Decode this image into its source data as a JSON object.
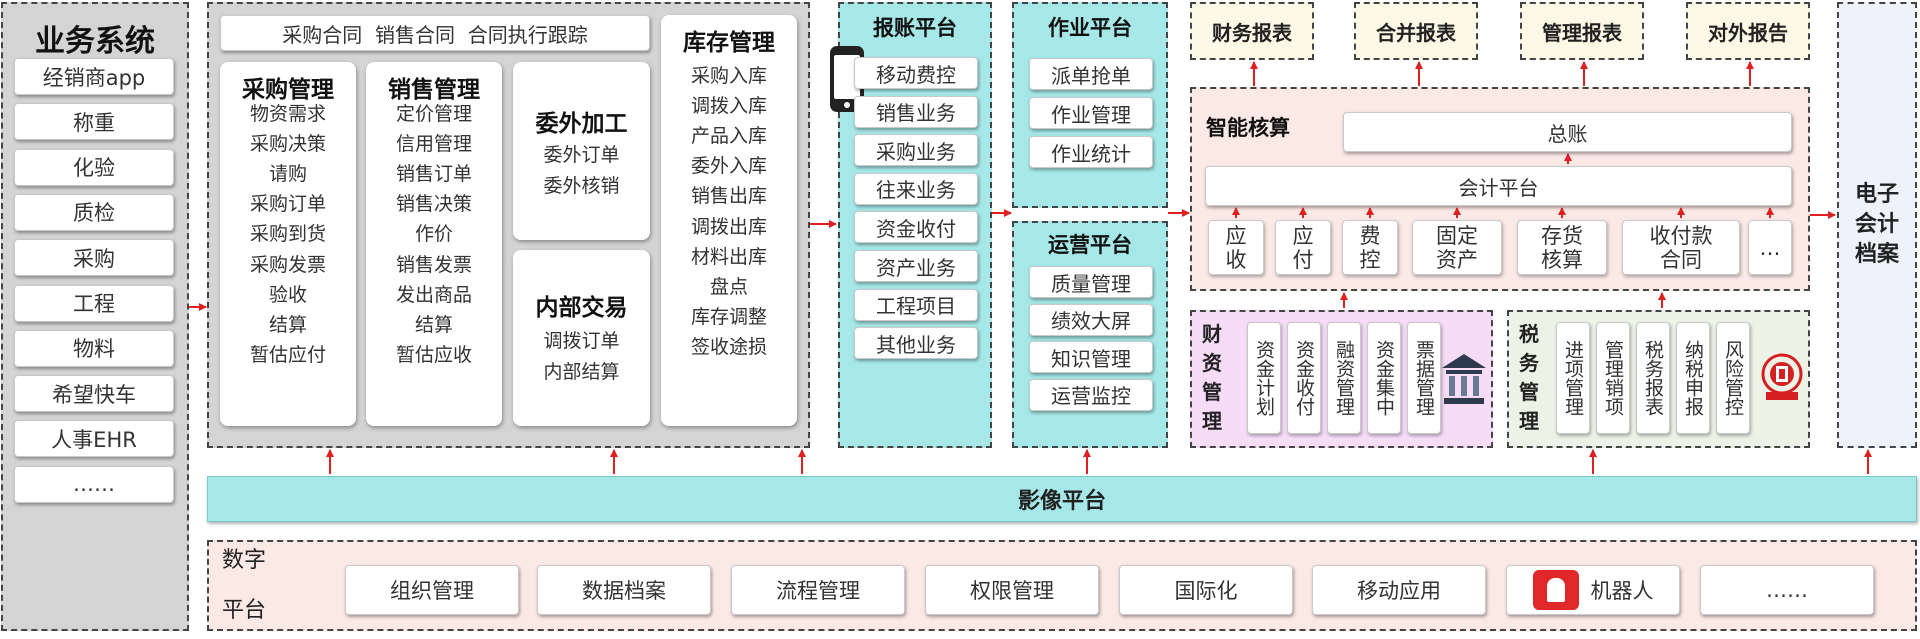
{
  "business": {
    "title": "业务系统",
    "items": [
      "经销商app",
      "称重",
      "化验",
      "质检",
      "采购",
      "工程",
      "物料",
      "希望快车",
      "人事EHR",
      "……"
    ]
  },
  "supply": {
    "header": "采购合同  销售合同  合同执行跟踪",
    "purchase": {
      "title": "采购管理",
      "items": [
        "物资需求",
        "采购决策",
        "请购",
        "采购订单",
        "采购到货",
        "采购发票",
        "验收",
        "结算",
        "暂估应付"
      ]
    },
    "sales": {
      "title": "销售管理",
      "items": [
        "定价管理",
        "信用管理",
        "销售订单",
        "销售决策",
        "作价",
        "销售发票",
        "发出商品",
        "结算",
        "暂估应收"
      ]
    },
    "outsource": {
      "title": "委外加工",
      "items": [
        "委外订单",
        "委外核销"
      ]
    },
    "internal": {
      "title": "内部交易",
      "items": [
        "调拨订单",
        "内部结算"
      ]
    },
    "inventory": {
      "title": "库存管理",
      "items": [
        "采购入库",
        "调拨入库",
        "产品入库",
        "委外入库",
        "销售出库",
        "调拨出库",
        "材料出库",
        "盘点",
        "库存调整",
        "签收途损"
      ]
    }
  },
  "expense": {
    "title": "报账平台",
    "items": [
      "移动费控",
      "销售业务",
      "采购业务",
      "往来业务",
      "资金收付",
      "资产业务",
      "工程项目",
      "其他业务"
    ],
    "icon": "mobile-phone-icon"
  },
  "operation": {
    "title": "作业平台",
    "items": [
      "派单抢单",
      "作业管理",
      "作业统计"
    ]
  },
  "ops": {
    "title": "运营平台",
    "items": [
      "质量管理",
      "绩效大屏",
      "知识管理",
      "运营监控"
    ]
  },
  "reports": [
    "财务报表",
    "合并报表",
    "管理报表",
    "对外报告"
  ],
  "accounting": {
    "title": "智能核算",
    "ledger": "总账",
    "platform": "会计平台",
    "modules": [
      "应\n收",
      "应\n付",
      "费\n控",
      "固定\n资产",
      "存货\n核算",
      "收付款\n合同",
      "…"
    ]
  },
  "treasury": {
    "title": "财\n资\n管\n理",
    "items": [
      "资金计划",
      "资金收付",
      "融资管理",
      "资金集中",
      "票据管理"
    ],
    "icon": "bank-icon"
  },
  "tax": {
    "title": "税\n务\n管\n理",
    "items": [
      "进项管理",
      "管理销项",
      "税务报表",
      "纳税申报",
      "风险管控"
    ],
    "icon": "tax-emblem-icon"
  },
  "archive": {
    "title": "电子\n会计\n档案"
  },
  "image": {
    "title": "影像平台"
  },
  "digital": {
    "title": "数字\n\n平台",
    "items": [
      "组织管理",
      "数据档案",
      "流程管理",
      "权限管理",
      "国际化",
      "移动应用",
      "机器人",
      "……"
    ],
    "robot_icon": "android-robot-icon"
  },
  "colors": {
    "teal": "#a6e8e8",
    "pink_panel": "#fbe9e6",
    "purple_panel": "#f6dcf6",
    "green_panel": "#ecf2e6",
    "yellow": "#fdf9e6",
    "archive": "#eef3fb",
    "arrow": "#e02020",
    "gray": "#d6d6d6"
  }
}
